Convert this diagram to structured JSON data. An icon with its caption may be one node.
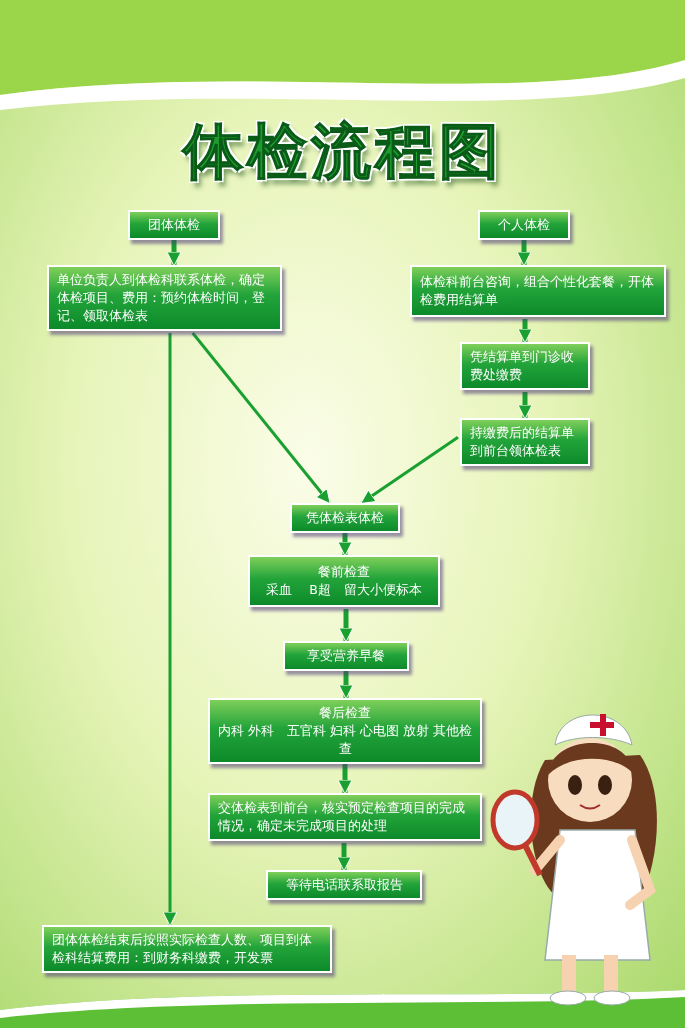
{
  "diagram": {
    "title": "体检流程图",
    "nodes": [
      {
        "text": [
          "团体体检"
        ]
      },
      {
        "text": [
          "个人体检"
        ]
      },
      {
        "text": [
          "单位负责人到体检科联系体检，确定体检项目、费用：预约体检时间，登记、领取体检表"
        ]
      },
      {
        "text": [
          "体检科前台咨询，组合个性化套餐，开体检费用结算单"
        ]
      },
      {
        "text": [
          "凭结算单到门诊收费处缴费"
        ]
      },
      {
        "text": [
          "持缴费后的结算单到前台领体检表"
        ]
      },
      {
        "text": [
          "凭体检表体检"
        ]
      },
      {
        "text": [
          "餐前检查",
          "采血　 B超　留大小便标本"
        ]
      },
      {
        "text": [
          "享受营养早餐"
        ]
      },
      {
        "text": [
          "餐后检查",
          "内科 外科　五官科 妇科 心电图 放射 其他检查"
        ]
      },
      {
        "text": [
          "交体检表到前台，核实预定检查项目的完成情况，确定未完成项目的处理"
        ]
      },
      {
        "text": [
          "等待电话联系取报告"
        ]
      },
      {
        "text": [
          "团体体检结束后按照实际检查人数、项目到体检科结算费用：到财务科缴费，开发票"
        ]
      }
    ],
    "edges": [
      {
        "from": 0,
        "to": 2,
        "arrow": "to"
      },
      {
        "from": 1,
        "to": 3,
        "arrow": "to"
      },
      {
        "from": 3,
        "to": 4,
        "arrow": "to"
      },
      {
        "from": 4,
        "to": 5,
        "arrow": "to"
      },
      {
        "from": 2,
        "to": 6,
        "arrow": "to"
      },
      {
        "from": 5,
        "to": 6,
        "arrow": "to"
      },
      {
        "from": 6,
        "to": 7,
        "arrow": "to"
      },
      {
        "from": 7,
        "to": 8,
        "arrow": "to"
      },
      {
        "from": 8,
        "to": 9,
        "arrow": "to"
      },
      {
        "from": 9,
        "to": 10,
        "arrow": "to"
      },
      {
        "from": 10,
        "to": 11,
        "arrow": "to"
      },
      {
        "from": 2,
        "to": 12,
        "arrow": "to"
      }
    ]
  }
}
